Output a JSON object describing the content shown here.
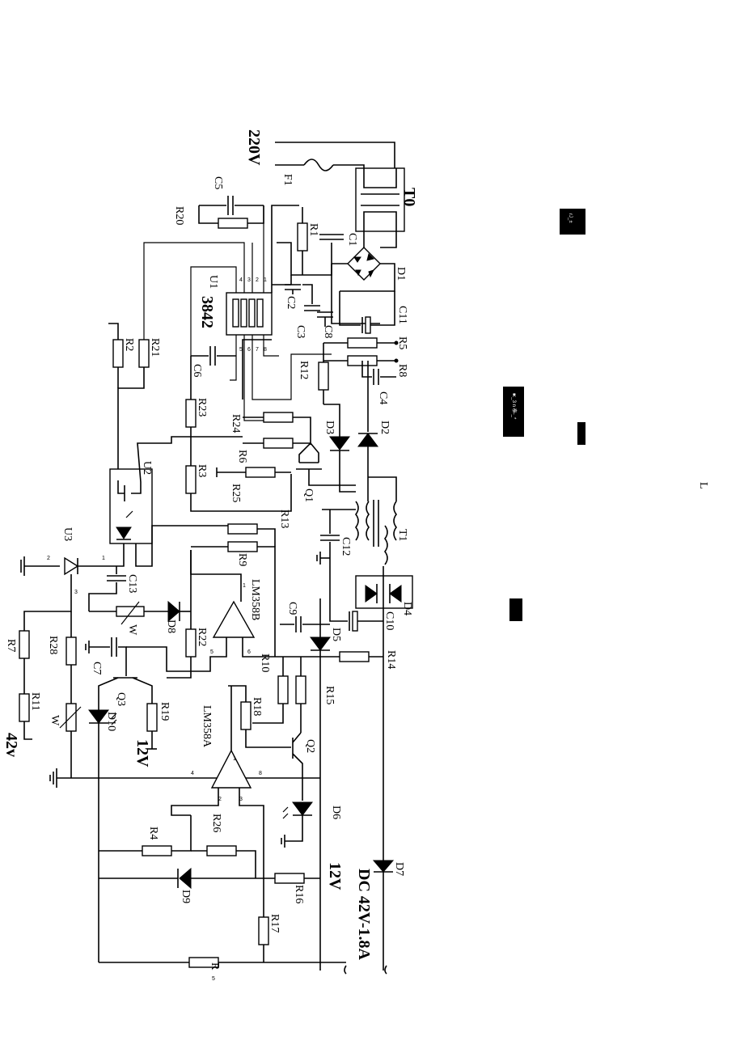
{
  "labels": {
    "ac_in": "220V",
    "fuse": "F1",
    "t0": "T0",
    "t1": "T1",
    "d1": "D1",
    "c1": "C1",
    "c2": "C2",
    "c3": "C3",
    "c4": "C4",
    "c5": "C5",
    "c6": "C6",
    "c7": "C7",
    "c8": "C8",
    "c9": "C9",
    "c10": "C10",
    "c11": "C11",
    "c12": "C12",
    "c13": "C13",
    "r1": "R1",
    "r2": "R2",
    "r3": "R3",
    "r4": "R4",
    "r5": "R5",
    "r6": "R6",
    "r7": "R7",
    "r8": "R8",
    "r9": "R9",
    "r10": "R10",
    "r11": "R11",
    "r12": "R12",
    "r13": "R13",
    "r14": "R14",
    "r15": "R15",
    "r16": "R16",
    "r17": "R17",
    "r18": "R18",
    "r19": "R19",
    "r20": "R20",
    "r21": "R21",
    "r22": "R22",
    "r23": "R23",
    "r24": "R24",
    "r25": "R25",
    "r26": "R26",
    "r28": "R28",
    "r_bottom": "R",
    "r_bottom_sub": "5",
    "u1": "U1",
    "u1_part": "3842",
    "u2": "U2",
    "u3": "U3",
    "q1": "Q1",
    "q2": "Q2",
    "q3": "Q3",
    "d2": "D2",
    "d3": "D3",
    "d4": "D4",
    "d5": "D5",
    "d6": "D6",
    "d7": "D7",
    "d8": "D8",
    "d9": "D9",
    "d10": "D10",
    "opamp_b": "LM358B",
    "opamp_a": "LM358A",
    "v12_left": "12V",
    "v12_right": "12V",
    "v42": "42v",
    "w_mark_1": "W",
    "w_mark_2": "W",
    "output": "DC 42V-1.8A",
    "u1_pins": [
      "4",
      "3",
      "2",
      "1",
      "5",
      "6",
      "7",
      "8"
    ],
    "opamp_pins": [
      "1",
      "2",
      "3",
      "5",
      "6",
      "7",
      "4",
      "8"
    ],
    "u3_pins": [
      "2",
      "1",
      "3"
    ],
    "scan_mark_1": "rJ_±",
    "scan_mark_2": "■:_3 n 㤗-_*",
    "scan_mark_3": "L"
  }
}
